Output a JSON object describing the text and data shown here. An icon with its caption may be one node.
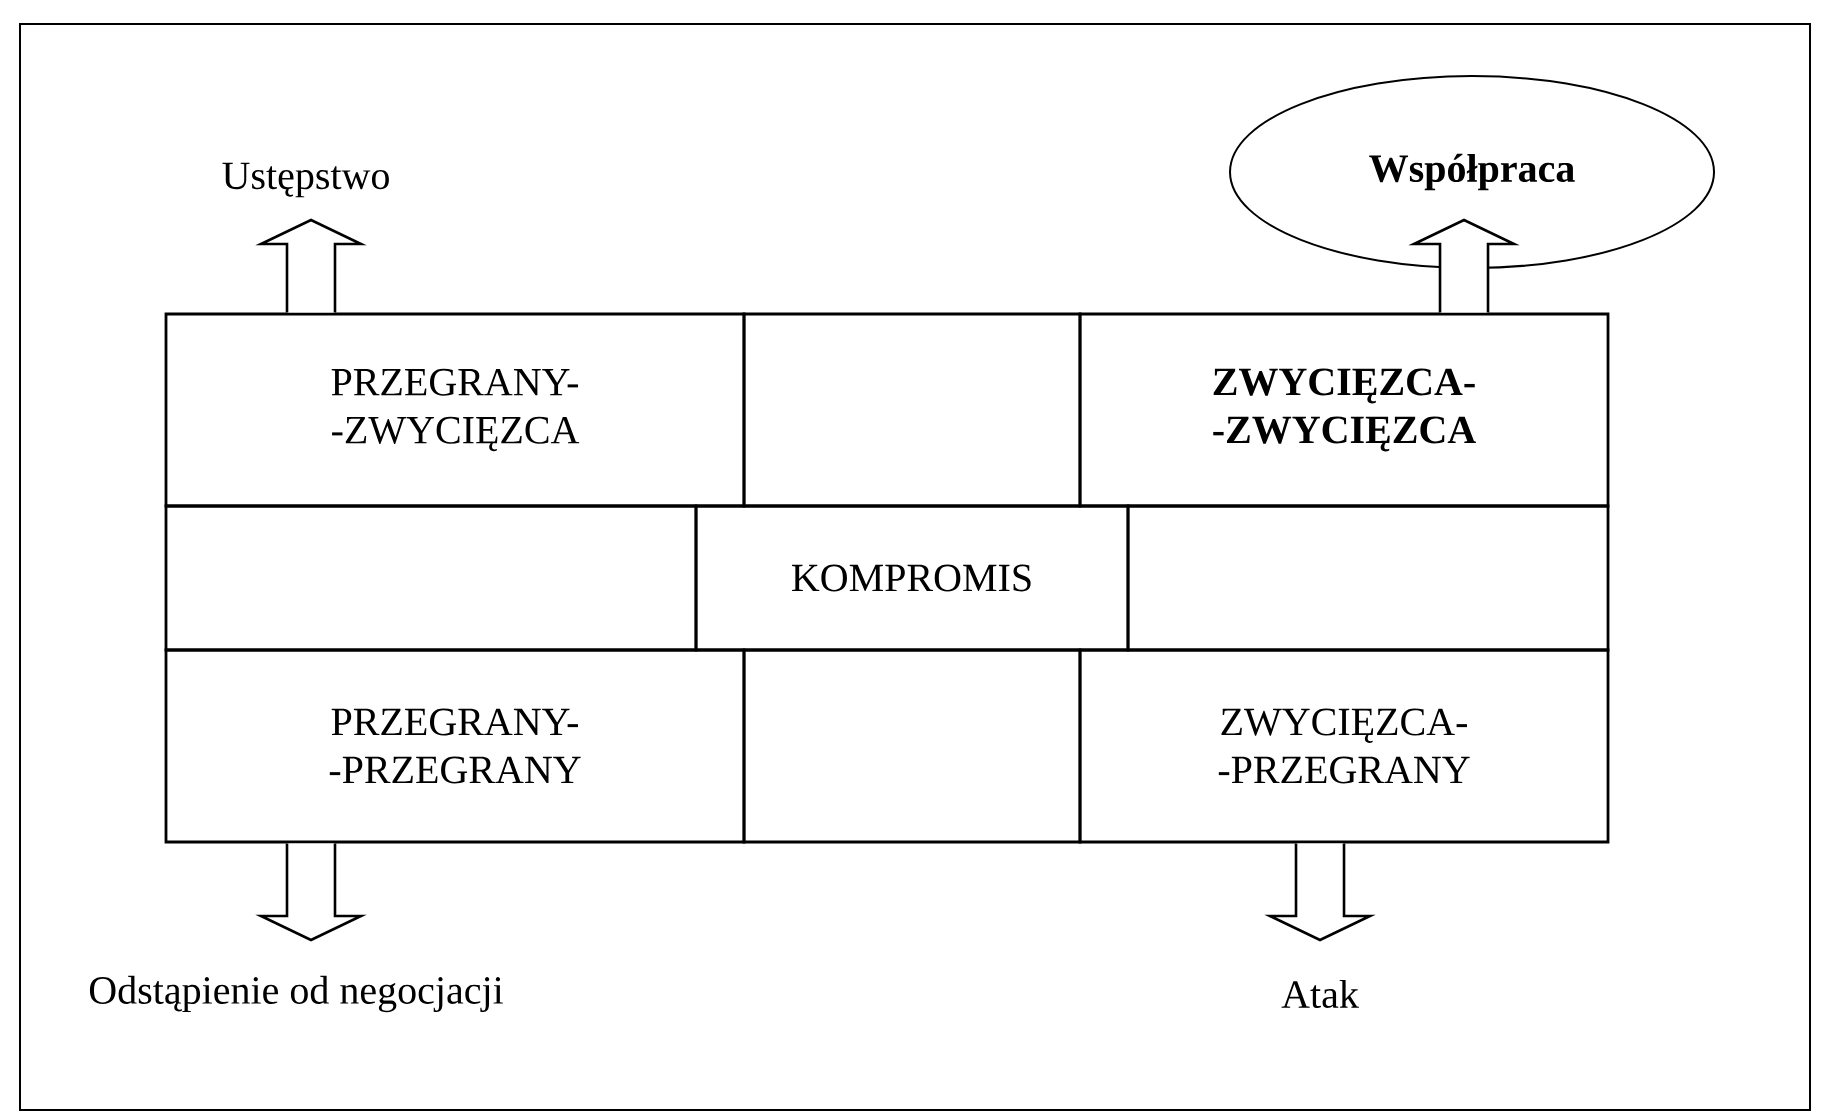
{
  "diagram": {
    "nodes": [
      {
        "text": [
          "Ustępstwo"
        ]
      },
      {
        "text": [
          "Współpraca"
        ]
      },
      {
        "text": [
          "PRZEGRANY- -ZWYCIĘZCA"
        ]
      },
      {
        "text": [],
        "shape": "box"
      },
      {
        "text": [
          "ZWYCIĘZCA- -ZWYCIĘZCA"
        ]
      },
      {
        "text": [],
        "shape": "box"
      },
      {
        "text": [
          "KOMPROMIS"
        ]
      },
      {
        "text": [],
        "shape": "box"
      },
      {
        "text": [
          "PRZEGRANY- -PRZEGRANY"
        ]
      },
      {
        "text": [],
        "shape": "box"
      },
      {
        "text": [
          "ZWYCIĘZCA- -PRZEGRANY"
        ]
      },
      {
        "text": [
          "Odstąpienie od negocjacji"
        ]
      },
      {
        "text": [
          "Atak"
        ]
      }
    ],
    "edges": [
      {
        "from": 2,
        "to": 0,
        "arrow": "to"
      },
      {
        "from": 4,
        "to": 1,
        "arrow": "to"
      },
      {
        "from": 8,
        "to": 11,
        "arrow": "to"
      },
      {
        "from": 10,
        "to": 12,
        "arrow": "to"
      }
    ]
  }
}
